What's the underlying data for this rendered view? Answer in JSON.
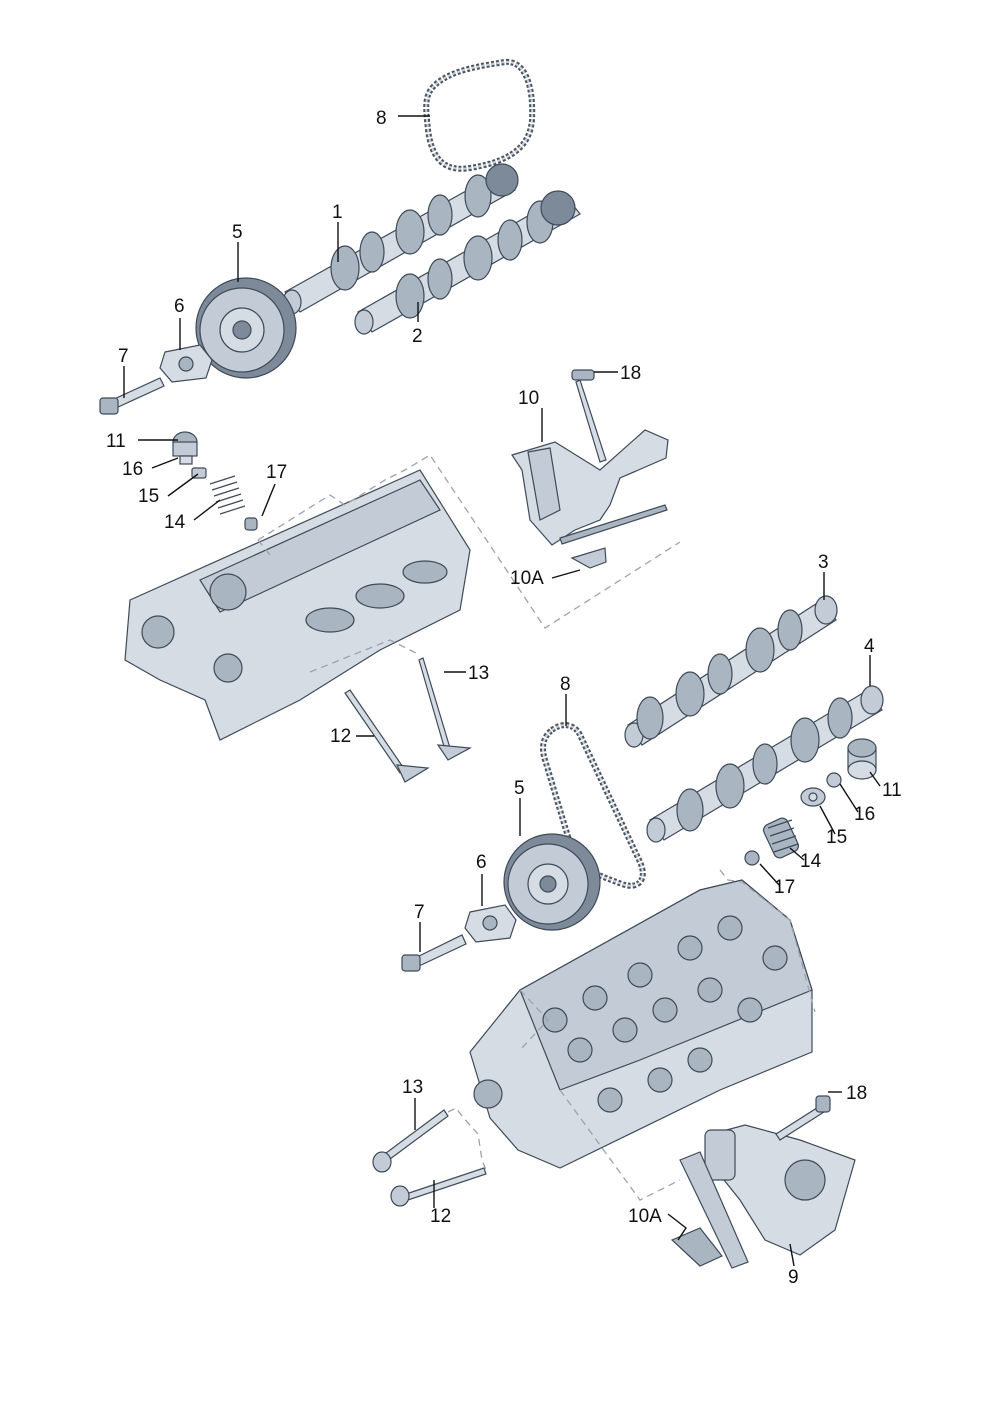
{
  "diagram": {
    "labels": {
      "p1": "1",
      "p2": "2",
      "p3": "3",
      "p4": "4",
      "p5a": "5",
      "p5b": "5",
      "p6a": "6",
      "p6b": "6",
      "p7a": "7",
      "p7b": "7",
      "p8a": "8",
      "p8b": "8",
      "p9": "9",
      "p10": "10",
      "p10a_1": "10A",
      "p10a_2": "10A",
      "p11a": "11",
      "p11b": "11",
      "p12a": "12",
      "p12b": "12",
      "p13a": "13",
      "p13b": "13",
      "p14a": "14",
      "p14b": "14",
      "p15a": "15",
      "p15b": "15",
      "p16a": "16",
      "p16b": "16",
      "p17a": "17",
      "p17b": "17",
      "p18a": "18",
      "p18b": "18"
    },
    "colors": {
      "metal": "#d6dce4",
      "outline": "#3e4a58",
      "leader": "#111111",
      "dashed": "#9aa3ad"
    }
  }
}
